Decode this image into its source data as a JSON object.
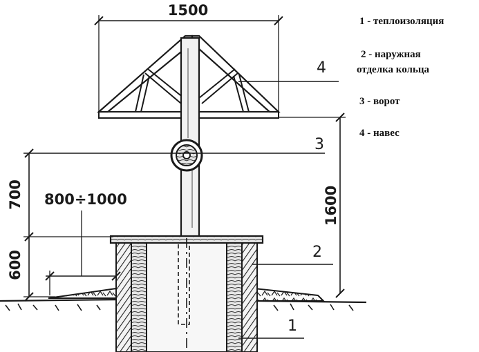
{
  "dimensions": {
    "roof_width": "1500",
    "winch_height": "700",
    "ring_height": "600",
    "total_height": "1600",
    "blind_area": "800÷1000"
  },
  "callouts": {
    "c1": "1",
    "c2": "2",
    "c3": "3",
    "c4": "4"
  },
  "legend": {
    "item1": "1 - теплоизоляция",
    "item2_line1": "2 - наружная",
    "item2_line2": "отделка кольца",
    "item3": "3 - ворот",
    "item4": "4 - навес"
  }
}
